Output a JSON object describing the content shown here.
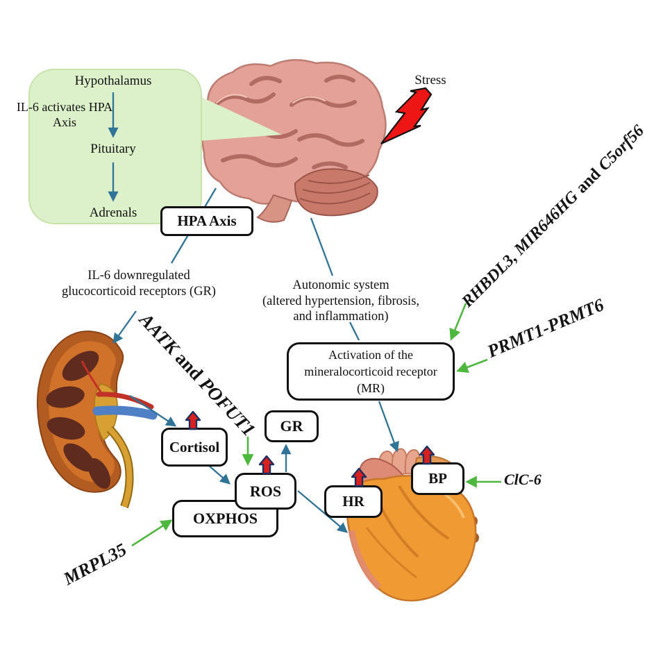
{
  "panel": {
    "hypothalamus": "Hypothalamus",
    "note_line1": "IL-6 activates HPA",
    "note_line2": "Axis",
    "pituitary": "Pituitary",
    "adrenals": "Adrenals"
  },
  "stress_label": "Stress",
  "boxes": {
    "hpa": "HPA Axis",
    "cortisol": "Cortisol",
    "ros": "ROS",
    "oxphos": "OXPHOS",
    "gr": "GR",
    "hr": "HR",
    "bp": "BP",
    "mr_line1": "Activation of the",
    "mr_line2": "mineralocorticoid receptor",
    "mr_line3": "(MR)"
  },
  "annotations": {
    "il6_gr_line1": "IL-6 downregulated",
    "il6_gr_line2": "glucocorticoid receptors (GR)",
    "autonomic_line1": "Autonomic system",
    "autonomic_line2": "(altered hypertension, fibrosis,",
    "autonomic_line3": "and inflammation)"
  },
  "genes": {
    "brain_set_italic1": "RHBDL3, MIR646HG",
    "brain_set_conj": "and",
    "brain_set_italic2": "C5orf56",
    "prmt": "PRMT1-PRMT6",
    "kidney_set_italic1": "AATK",
    "kidney_set_conj": "and",
    "kidney_set_italic2": "POFUT1",
    "mrpl35": "MRPL35",
    "clc6": "ClC-6"
  },
  "colors": {
    "panel_green": "#dcf0ca",
    "panel_border": "#c7e3ab",
    "blue_arrow": "#2f7396",
    "green_arrow": "#4eb83e",
    "red_accent": "#da1f1f",
    "navy": "#1c2f5e"
  }
}
